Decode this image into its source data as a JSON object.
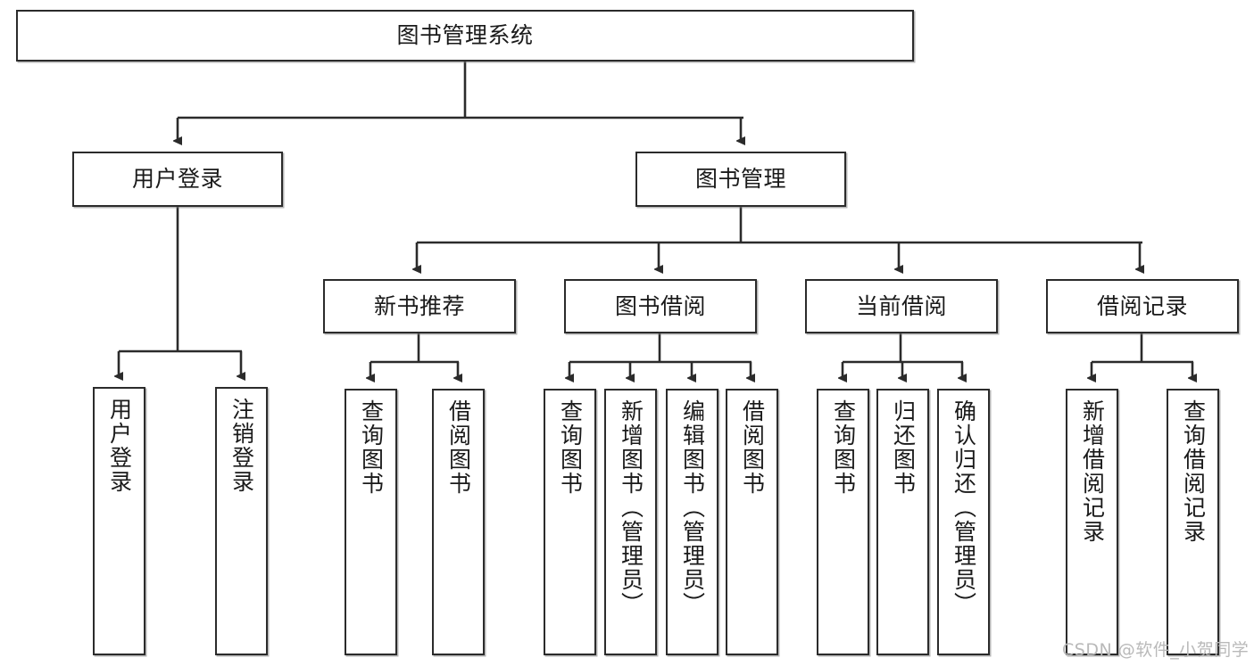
{
  "diagram": {
    "title": "图书管理系统",
    "watermark": "CSDN @软件_小贺同学",
    "colors": {
      "node_border": "#2b2b2b",
      "node_fill": "#ffffff",
      "edge": "#2b2b2b",
      "text": "#1a1a1a",
      "watermark": "#b9b9b9",
      "background": "#ffffff"
    },
    "nodes": {
      "root": {
        "label": "图书管理系统"
      },
      "level2": [
        {
          "label": "用户登录"
        },
        {
          "label": "图书管理"
        }
      ],
      "level3": [
        {
          "label": "新书推荐"
        },
        {
          "label": "图书借阅"
        },
        {
          "label": "当前借阅"
        },
        {
          "label": "借阅记录"
        }
      ],
      "leaves": {
        "user_login": [
          {
            "label": "用户登录"
          },
          {
            "label": "注销登录"
          }
        ],
        "new_book": [
          {
            "label": "查询图书"
          },
          {
            "label": "借阅图书"
          }
        ],
        "borrow_book": [
          {
            "label": "查询图书"
          },
          {
            "label": "新增图书（管理员）"
          },
          {
            "label": "编辑图书（管理员）"
          },
          {
            "label": "借阅图书"
          }
        ],
        "current_borrow": [
          {
            "label": "查询图书"
          },
          {
            "label": "归还图书"
          },
          {
            "label": "确认归还（管理员）"
          }
        ],
        "borrow_record": [
          {
            "label": "新增借阅记录"
          },
          {
            "label": "查询借阅记录"
          }
        ]
      }
    }
  }
}
